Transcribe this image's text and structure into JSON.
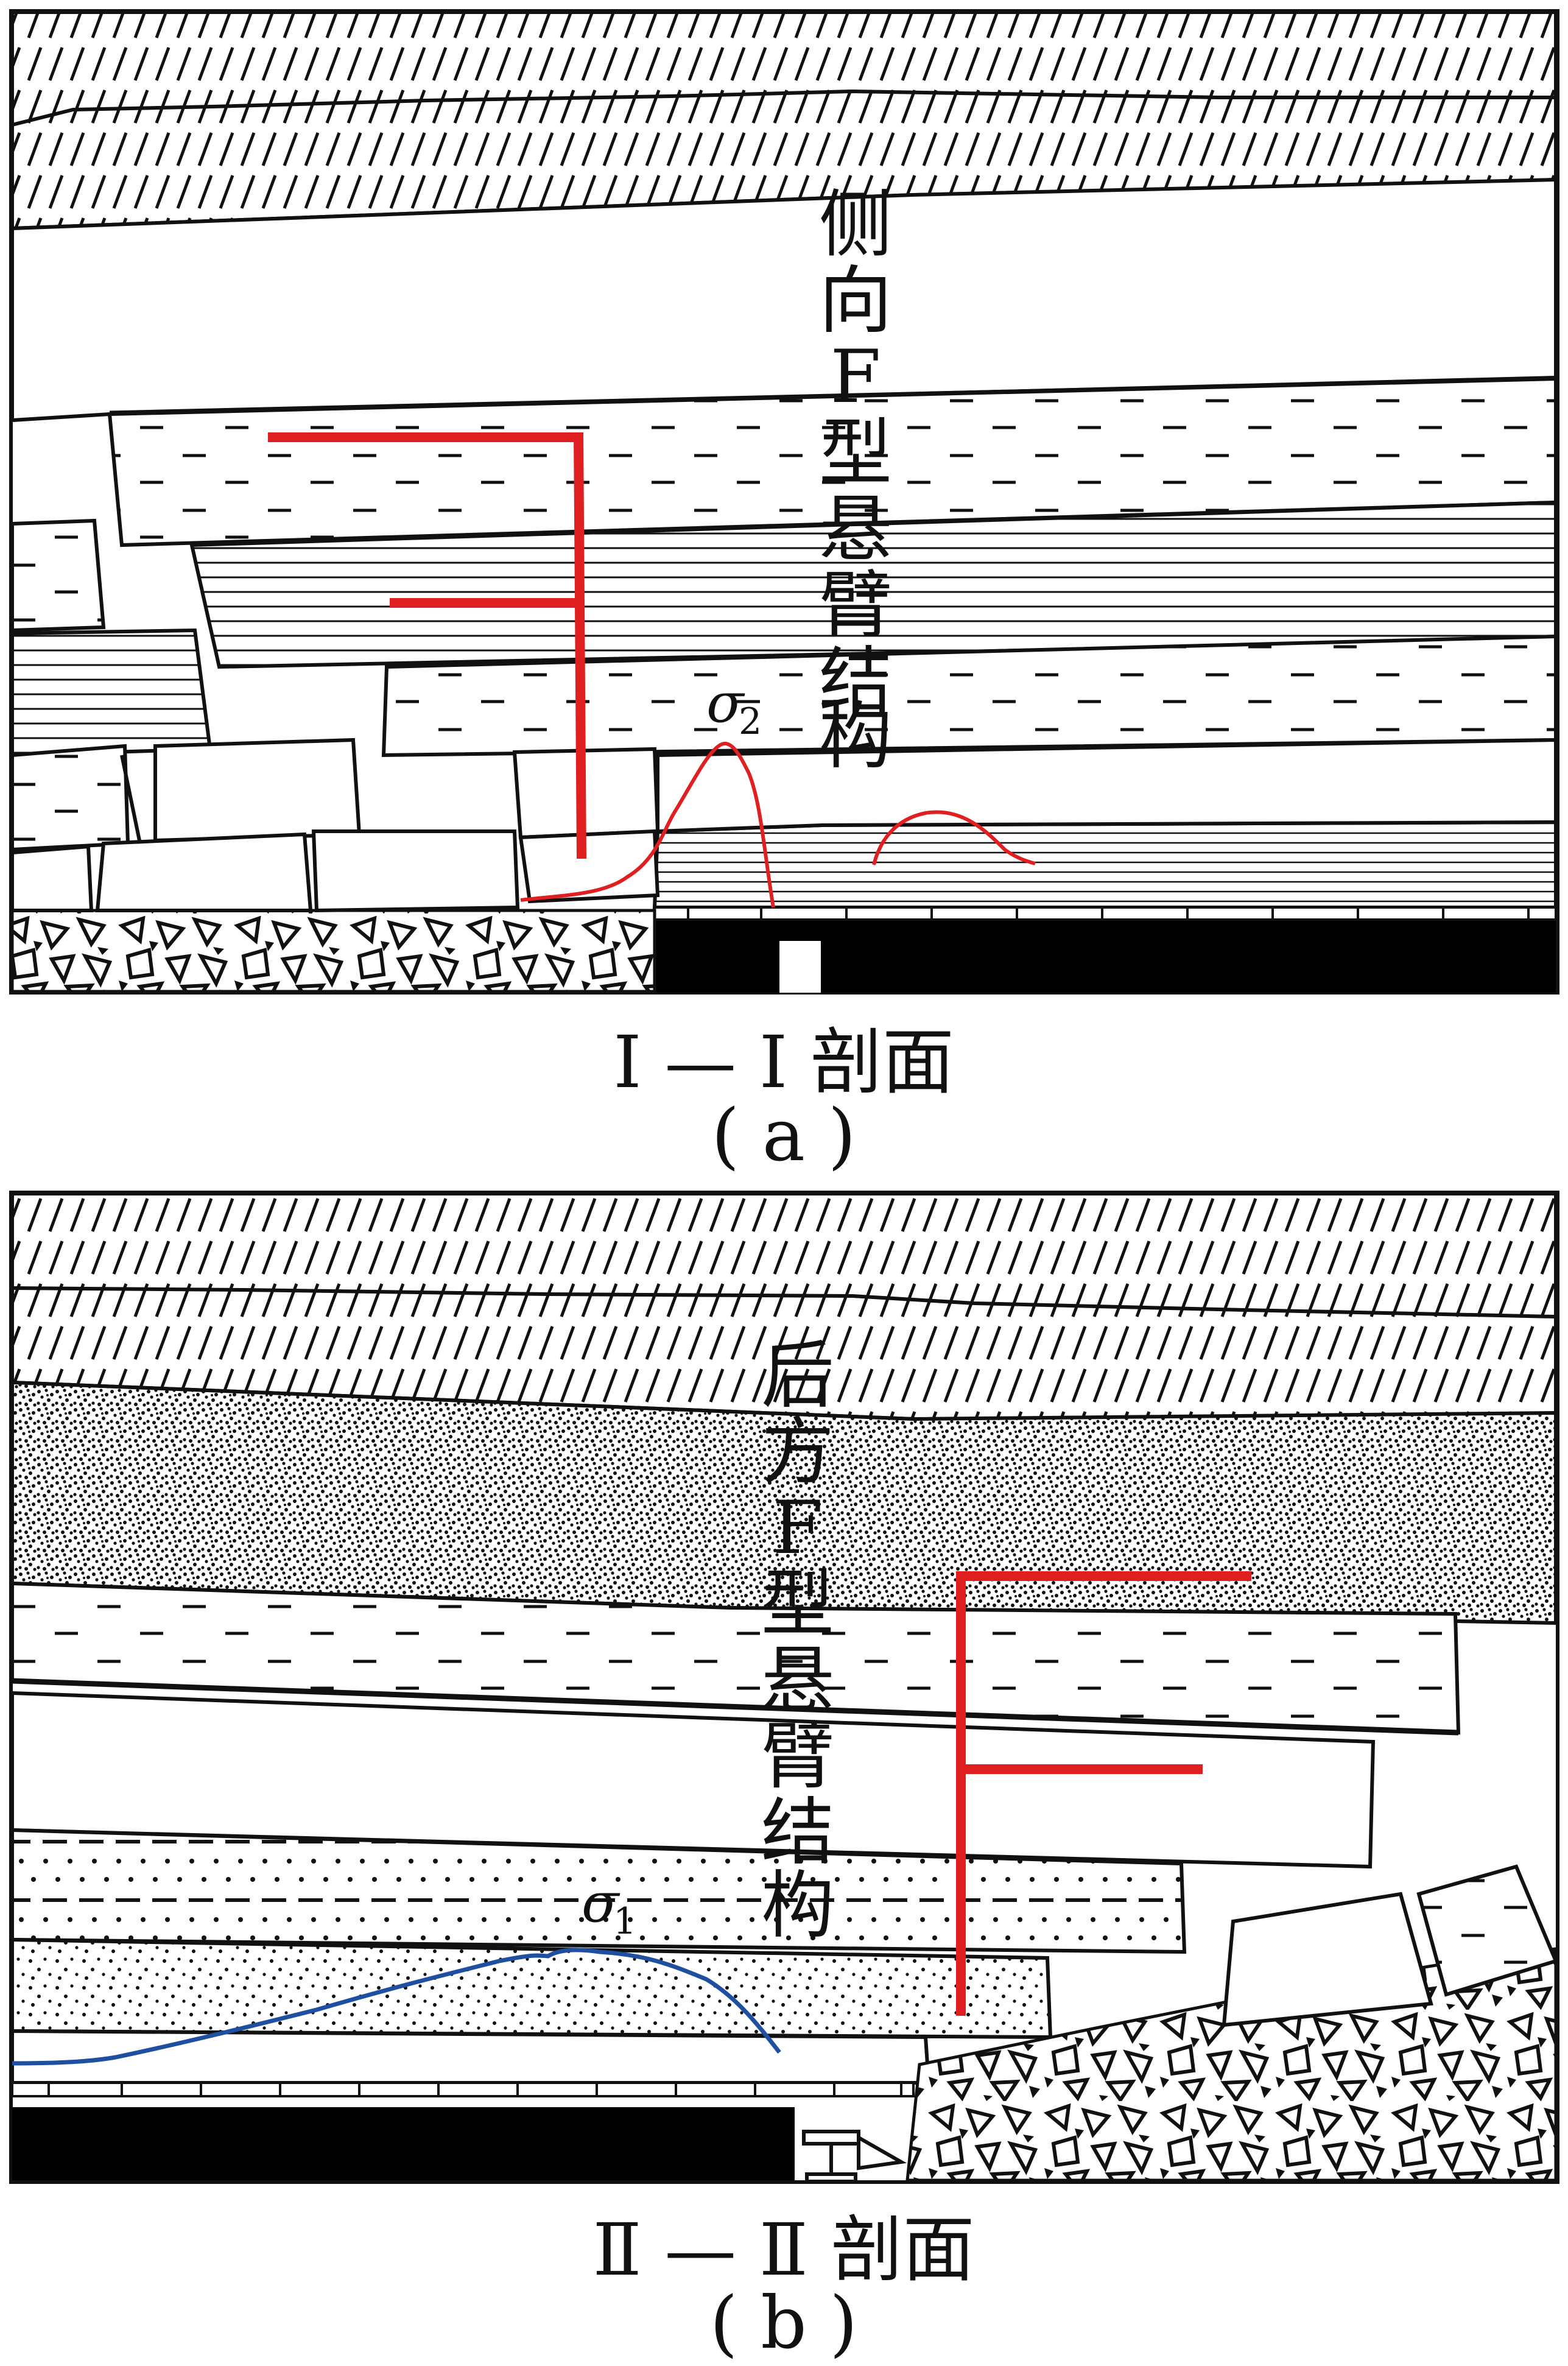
{
  "panel_a": {
    "label_chars": [
      "侧",
      "向",
      "F",
      "型",
      "悬",
      "臂",
      "结",
      "构"
    ],
    "stress_symbol": "σ",
    "stress_subscript": "2",
    "section_title": "Ⅰ — Ⅰ 剖面",
    "panel_letter": "( a )"
  },
  "panel_b": {
    "label_chars": [
      "后",
      "方",
      "F",
      "型",
      "悬",
      "臂",
      "结",
      "构"
    ],
    "stress_symbol": "σ",
    "stress_subscript": "1",
    "section_title": "Ⅱ — Ⅱ 剖面",
    "panel_letter": "( b )"
  },
  "colors": {
    "structure_line": "#e02020",
    "stress_curve_a": "#e02020",
    "stress_curve_b": "#1f4fa0",
    "strata_line": "#111111",
    "coal_seam": "#000000"
  }
}
